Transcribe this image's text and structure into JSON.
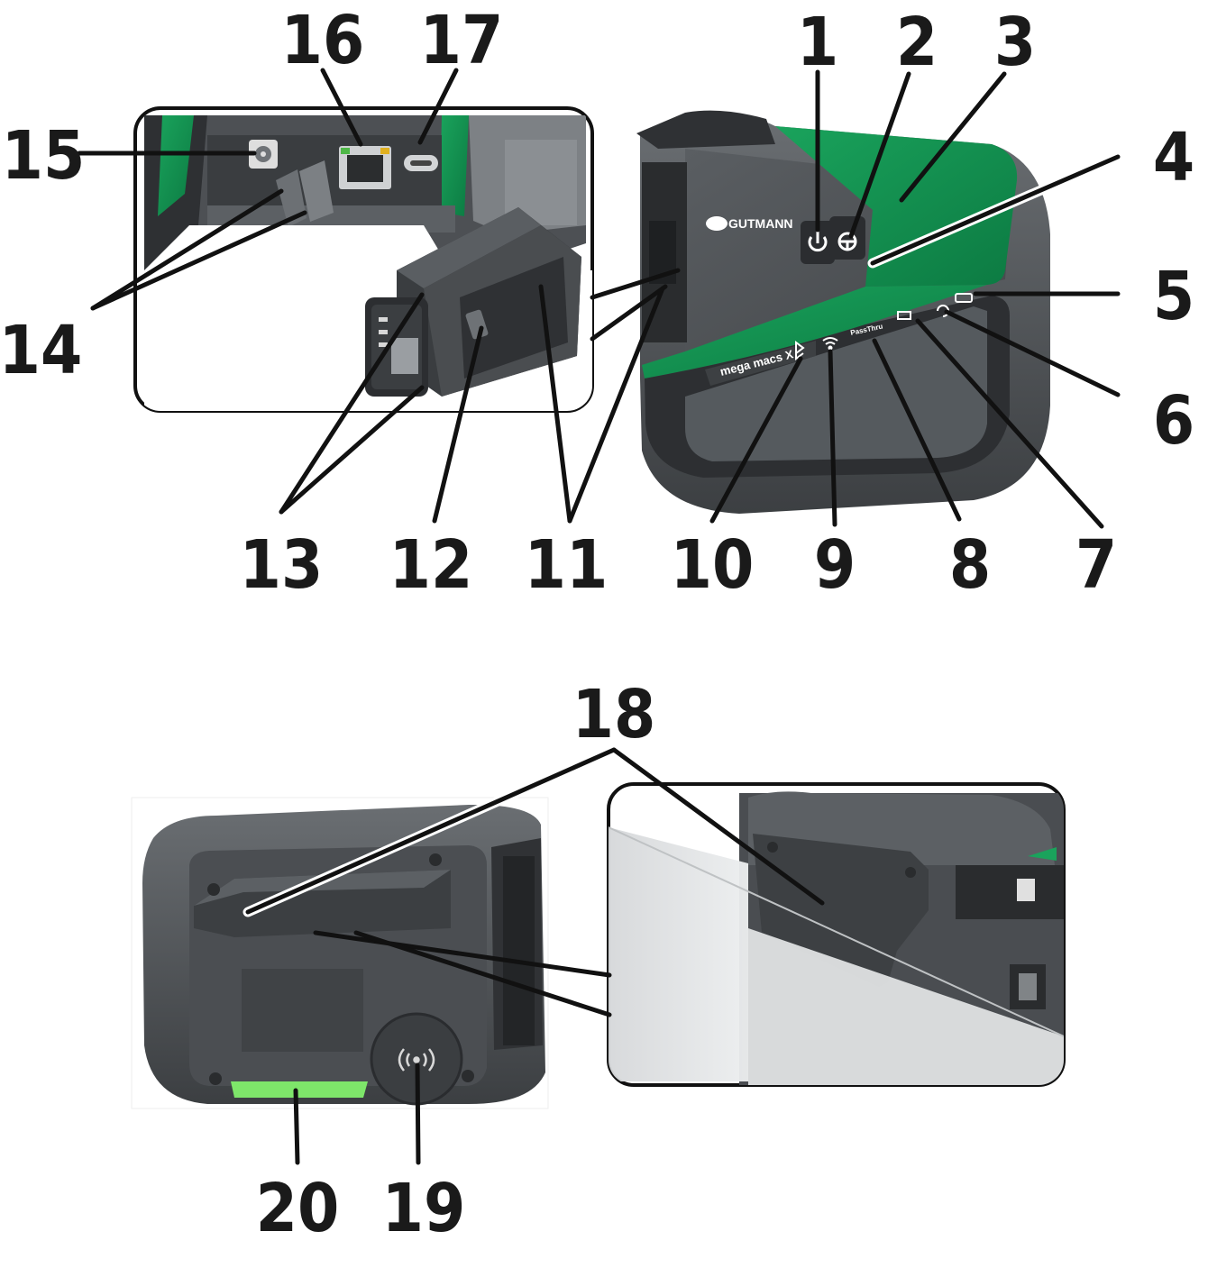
{
  "device": {
    "brand": "GUTMANN",
    "model": "mega macs X",
    "passthru_label": "PassThru"
  },
  "callouts": [
    "1",
    "2",
    "3",
    "4",
    "5",
    "6",
    "7",
    "8",
    "9",
    "10",
    "11",
    "12",
    "13",
    "14",
    "15",
    "16",
    "17",
    "18",
    "19",
    "20"
  ],
  "colors": {
    "brand_green": "#0f8a4c",
    "device_dark": "#46494c",
    "device_mid": "#5b5f63",
    "status_light_green": "#7ee66a"
  },
  "icons": {
    "power_button": "power-icon",
    "vehicle_button": "steering-wheel-icon",
    "led_bluetooth": "bluetooth-icon",
    "led_wifi": "wifi-icon",
    "led_battery": "battery-icon",
    "led_update": "refresh-icon",
    "led_obd": "obd-connector-icon",
    "nfc": "nfc-icon",
    "hella_logo": "hella-logo-icon"
  }
}
